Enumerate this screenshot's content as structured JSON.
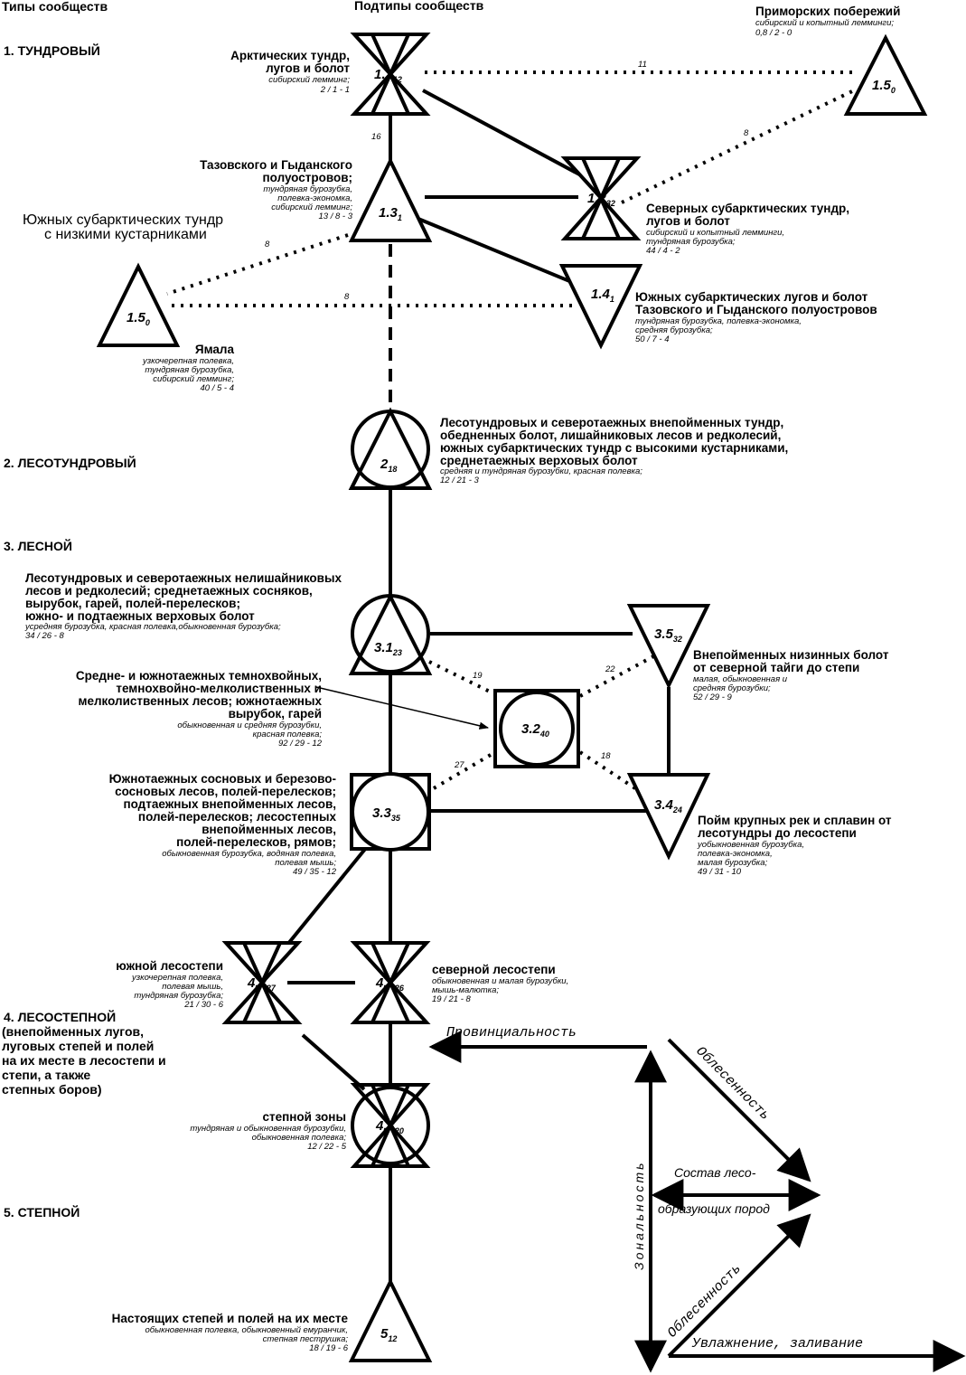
{
  "headers": {
    "types": "Типы сообществ",
    "subtypes": "Подтипы сообществ"
  },
  "types": [
    {
      "label": "1.  ТУНДРОВЫЙ"
    },
    {
      "label": "2.  ЛЕСОТУНДРОВЫЙ"
    },
    {
      "label": "3.  ЛЕСНОЙ"
    },
    {
      "label": "4.  ЛЕСОСТЕПНОЙ",
      "lines": [
        "(внепойменных лугов,",
        "луговых степей и полей",
        "на их месте в лесостепи и",
        "степи, а также",
        "степных боров)"
      ]
    },
    {
      "label": "5.  СТЕПНОЙ"
    }
  ],
  "nodes": [
    {
      "id": "n11",
      "code": "1.1",
      "sub": "12",
      "title": [
        "Арктических тундр,",
        "лугов и болот"
      ],
      "species": [
        "сибирский лемминг;"
      ],
      "stats": "2 / 1 - 1"
    },
    {
      "id": "n15a",
      "code": "1.5",
      "sub": "0",
      "title": [
        "Приморских побережий"
      ],
      "species": [
        "сибирский и копытный лемминги;"
      ],
      "stats": "0,8 / 2 - 0"
    },
    {
      "id": "n13",
      "code": "1.3",
      "sub": "1",
      "title": [
        "Тазовского и Гыданского",
        "полуостровов;"
      ],
      "species": [
        "тундряная бурозубка,",
        "полевка-экономка,",
        "сибирский лемминг;"
      ],
      "stats": "13 / 8 - 3"
    },
    {
      "id": "n12",
      "code": "1.2",
      "sub": "32",
      "title": [
        "Северных субарктических тундр,",
        "лугов и болот"
      ],
      "species": [
        "сибирский и копытный лемминги,",
        "тундряная бурозубка;"
      ],
      "stats": "44 / 4 - 2"
    },
    {
      "id": "n15b",
      "code": "1.5",
      "sub": "0",
      "title": [
        "Ямала"
      ],
      "species": [
        "узкочерепная полевка,",
        "тундряная бурозубка,",
        "сибирский лемминг;"
      ],
      "stats": "40 / 5 - 4"
    },
    {
      "id": "n14",
      "code": "1.4",
      "sub": "1",
      "title": [
        "Южных субарктических лугов и болот",
        "Тазовского и Гыданского полуостровов"
      ],
      "species": [
        "тундряная бурозубка, полевка-экономка,",
        "средняя бурозубка;"
      ],
      "stats": "50 / 7 - 4"
    },
    {
      "id": "n2",
      "code": "2",
      "sub": "18",
      "title": [
        "Лесотундровых и северотаежных внепойменных тундр,",
        "обедненных болот, лишайниковых лесов и редколесий,",
        "южных субарктических тундр с высокими кустарниками,",
        "среднетаежных верховых болот"
      ],
      "species": [
        "средняя и тундряная бурозубки, красная полевка;"
      ],
      "stats": "12 / 21 - 3"
    },
    {
      "id": "n31",
      "code": "3.1",
      "sub": "23",
      "title": [
        "Лесотундровых и северотаежных нелишайниковых",
        "лесов и редколесий; среднетаежных сосняков,",
        "вырубок, гарей, полей-перелесков;",
        "южно- и подтаежных верховых болот"
      ],
      "species": [
        "усредняя бурозубка, красная полевка,обыкновенная бурозубка;"
      ],
      "stats": "34 / 26 - 8"
    },
    {
      "id": "n35",
      "code": "3.5",
      "sub": "32",
      "title": [
        "Внепойменных низинных болот",
        "от северной тайги до степи"
      ],
      "species": [
        "малая, обыкновенная и",
        "средняя бурозубки;"
      ],
      "stats": "52 / 29 - 9"
    },
    {
      "id": "n32",
      "code": "3.2",
      "sub": "40",
      "title": [
        "Средне- и южнотаежных темнохвойных,",
        "темнохвойно-мелколиственных и",
        "мелколиственных лесов; южнотаежных",
        "вырубок, гарей"
      ],
      "species": [
        "обыкновенная и средняя бурозубки,",
        "красная полевка;"
      ],
      "stats": "92 / 29 - 12"
    },
    {
      "id": "n33",
      "code": "3.3",
      "sub": "35",
      "title": [
        "Южнотаежных сосновых и березово-",
        "сосновых лесов, полей-перелесков;",
        "подтаежных внепойменных лесов,",
        "полей-перелесков; лесостепных",
        "внепойменных лесов,",
        "полей-перелесков, рямов;"
      ],
      "species": [
        "обыкновенная бурозубка, водяная полевка,",
        "полевая мышь;"
      ],
      "stats": "49 / 35 - 12"
    },
    {
      "id": "n34",
      "code": "3.4",
      "sub": "24",
      "title": [
        "Пойм крупных рек и сплавин от",
        "лесотундры до лесостепи"
      ],
      "species": [
        "уобыкновенная бурозубка,",
        "полевка-экономка,",
        "малая бурозубка;"
      ],
      "stats": "49 / 31 - 10"
    },
    {
      "id": "n42",
      "code": "4.2",
      "sub": "27",
      "title": [
        "южной лесостепи"
      ],
      "species": [
        "узкочерепная полевка,",
        "полевая мышь,",
        "тундряная бурозубка;"
      ],
      "stats": "21 / 30 - 6"
    },
    {
      "id": "n41",
      "code": "4.1",
      "sub": "26",
      "title": [
        "северной лесостепи"
      ],
      "species": [
        "обыкновенная и малая бурозубки,",
        "мышь-малютка;"
      ],
      "stats": "19 / 21 - 8"
    },
    {
      "id": "n43",
      "code": "4.3",
      "sub": "20",
      "title": [
        "степной зоны"
      ],
      "species": [
        "тундряная и обыкновенная бурозубки,",
        "обыкновенная полевка;"
      ],
      "stats": "12 / 22 - 5"
    },
    {
      "id": "n5",
      "code": "5",
      "sub": "12",
      "title": [
        "Настоящих степей и полей на их месте"
      ],
      "species": [
        "обыкновенная полевка, обыкновенный емуранчик,",
        "степная пеструшка;"
      ],
      "stats": "18 / 19 - 6"
    }
  ],
  "extra_label": [
    "Южных субарктических тундр",
    "с низкими кустарниками"
  ],
  "edge_weights": {
    "e11_15": "11",
    "e11_13": "16",
    "e13_15b": "8",
    "e15b_14": "8",
    "e12_15a": "8",
    "e31_32": "19",
    "e32_35": "22",
    "e33_32": "27",
    "e32_34": "18"
  },
  "axes": {
    "provinciality": "Провинциальность",
    "zonality": "Зональность",
    "afforestation_top": "Облесенность",
    "afforestation_bottom": "Облесенность",
    "composition_line1": "Состав лесо-",
    "composition_line2": "образующих пород",
    "moisture": "Увлажнение, заливание"
  }
}
